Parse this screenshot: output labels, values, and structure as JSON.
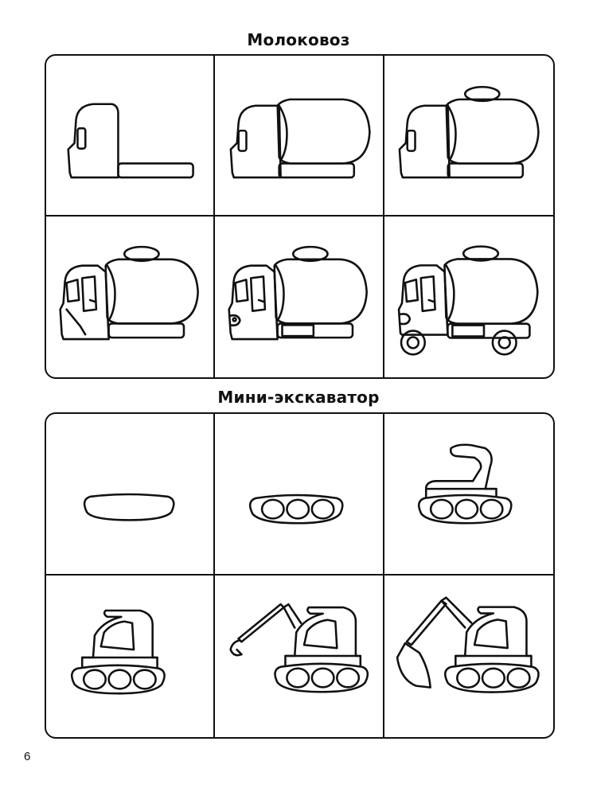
{
  "sections": [
    {
      "title": "Молоковоз"
    },
    {
      "title": "Мини-экскаватор"
    }
  ],
  "page_number": "6"
}
